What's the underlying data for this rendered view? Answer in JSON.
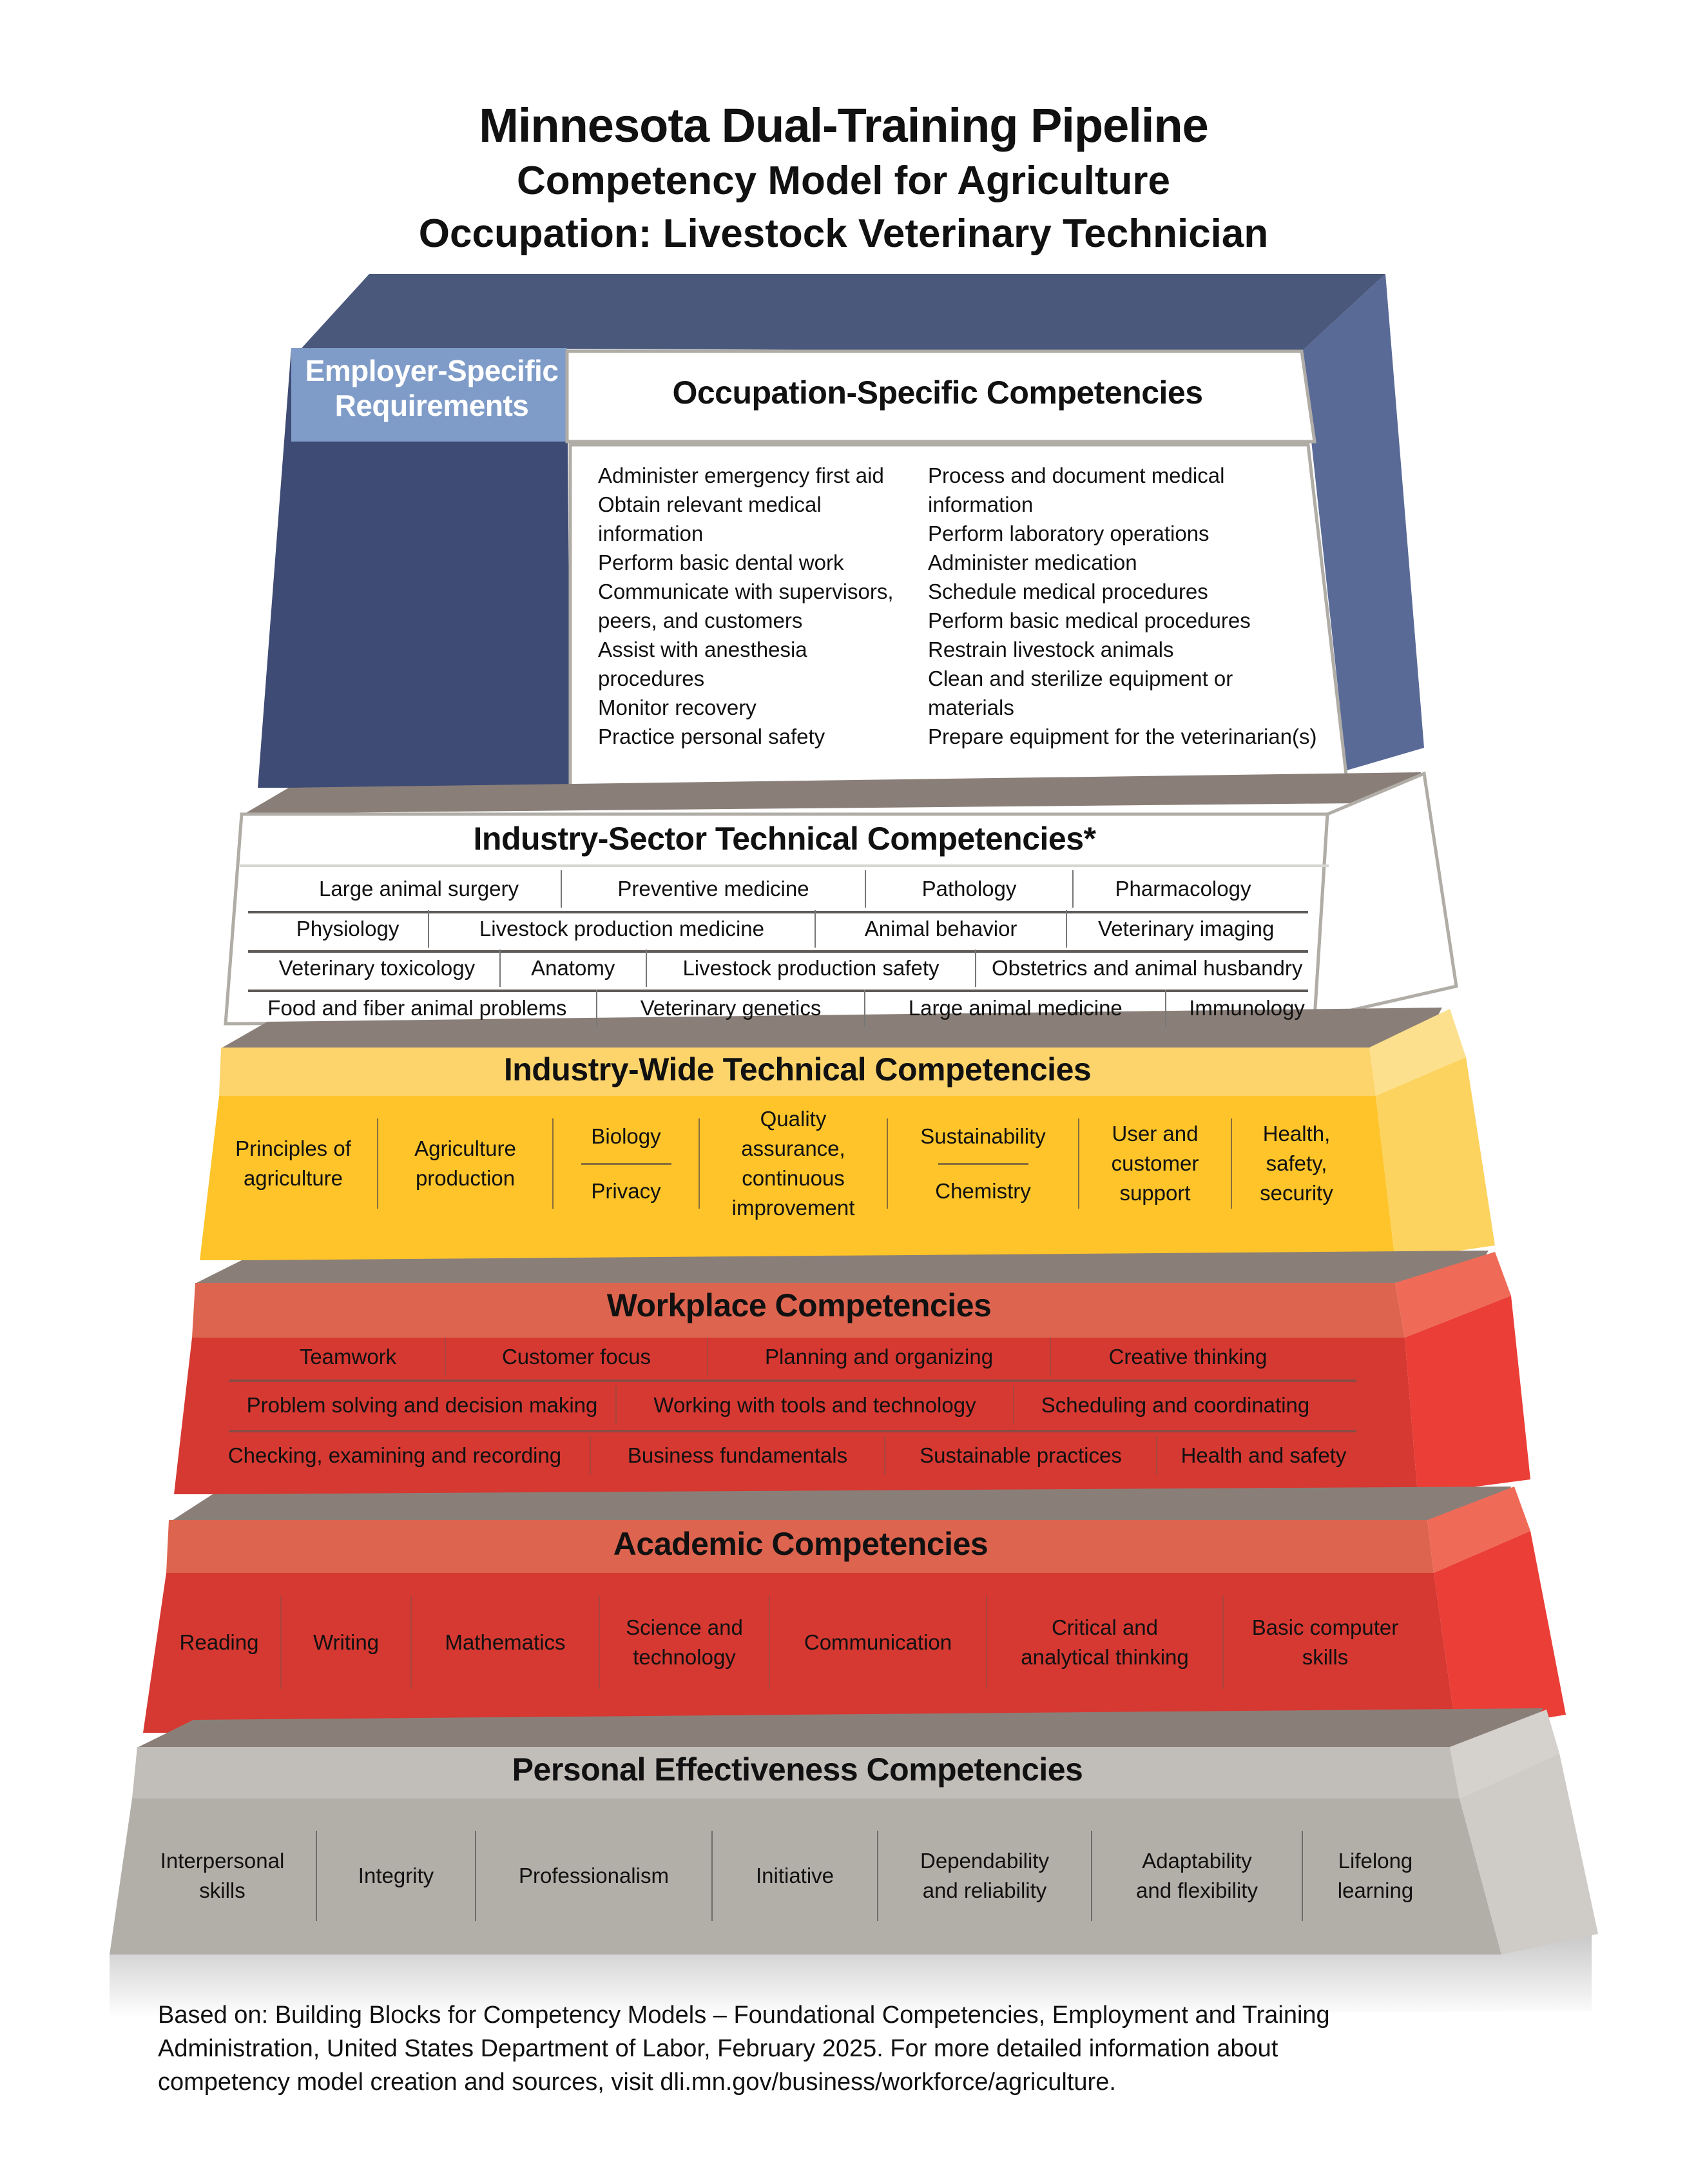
{
  "title": {
    "line1": "Minnesota Dual-Training Pipeline",
    "line2": "Competency Model for Agriculture",
    "line3": "Occupation:  Livestock Veterinary Technician"
  },
  "colors": {
    "navy_top": "#4a587b",
    "navy_side": "#596a97",
    "navy_front": "#3e4b74",
    "employer_box": "#7f9cc8",
    "ledge_gray": "#8a7f78",
    "white_tier": "#ffffff",
    "yellow_header": "#fdd46b",
    "yellow_body": "#fec42a",
    "yellow_side": "#fdd35f",
    "red_header": "#dd644f",
    "red_body": "#d63832",
    "red_side": "#ea3e37",
    "gray_header": "#c1bdb8",
    "gray_body": "#b2aea8",
    "gray_side": "#cfccc8"
  },
  "employer_specific": {
    "label_line1": "Employer-Specific",
    "label_line2": "Requirements"
  },
  "occupation_specific": {
    "title": "Occupation-Specific Competencies",
    "left_column": [
      "Administer emergency first aid",
      "Obtain relevant medical",
      "information",
      "Perform basic dental work",
      "Communicate with supervisors,",
      "peers, and customers",
      "Assist with anesthesia",
      "procedures",
      "Monitor recovery",
      "Practice personal safety"
    ],
    "right_column": [
      "Process and document medical",
      "information",
      "Perform laboratory operations",
      "Administer medication",
      "Schedule medical procedures",
      "Perform basic medical procedures",
      "Restrain livestock animals",
      "Clean and sterilize equipment or",
      "materials",
      "Prepare equipment for the veterinarian(s)"
    ]
  },
  "industry_sector": {
    "title": "Industry-Sector Technical Competencies*",
    "rows": [
      [
        "Large animal surgery",
        "Preventive medicine",
        "Pathology",
        "Pharmacology"
      ],
      [
        "Physiology",
        "Livestock production medicine",
        "Animal behavior",
        "Veterinary imaging"
      ],
      [
        "Veterinary toxicology",
        "Anatomy",
        "Livestock production safety",
        "Obstetrics and  animal husbandry"
      ],
      [
        "Food and fiber animal problems",
        "Veterinary genetics",
        "Large animal medicine",
        "Immunology"
      ]
    ]
  },
  "industry_wide": {
    "title": "Industry-Wide Technical Competencies",
    "items": [
      {
        "lines": [
          "Principles of",
          "agriculture"
        ]
      },
      {
        "lines": [
          "Agriculture",
          "production"
        ]
      },
      {
        "top": "Biology",
        "bottom": "Privacy"
      },
      {
        "lines": [
          "Quality",
          "assurance,",
          "continuous",
          "improvement"
        ]
      },
      {
        "top": "Sustainability",
        "bottom": "Chemistry"
      },
      {
        "lines": [
          "User and",
          "customer",
          "support"
        ]
      },
      {
        "lines": [
          "Health,",
          "safety,",
          "security"
        ]
      }
    ]
  },
  "workplace": {
    "title": "Workplace Competencies",
    "rows": [
      [
        "Teamwork",
        "Customer focus",
        "Planning and organizing",
        "Creative thinking"
      ],
      [
        "Problem solving and decision making",
        "Working with tools and technology",
        "Scheduling and coordinating"
      ],
      [
        "Checking, examining and recording",
        "Business fundamentals",
        "Sustainable practices",
        "Health and safety"
      ]
    ]
  },
  "academic": {
    "title": "Academic Competencies",
    "items": [
      {
        "lines": [
          "Reading"
        ]
      },
      {
        "lines": [
          "Writing"
        ]
      },
      {
        "lines": [
          "Mathematics"
        ]
      },
      {
        "lines": [
          "Science and",
          "technology"
        ]
      },
      {
        "lines": [
          "Communication"
        ]
      },
      {
        "lines": [
          "Critical and",
          "analytical thinking"
        ]
      },
      {
        "lines": [
          "Basic computer",
          "skills"
        ]
      }
    ]
  },
  "personal": {
    "title": "Personal Effectiveness Competencies",
    "items": [
      {
        "lines": [
          "Interpersonal",
          "skills"
        ]
      },
      {
        "lines": [
          "Integrity"
        ]
      },
      {
        "lines": [
          "Professionalism"
        ]
      },
      {
        "lines": [
          "Initiative"
        ]
      },
      {
        "lines": [
          "Dependability",
          "and reliability"
        ]
      },
      {
        "lines": [
          "Adaptability",
          "and flexibility"
        ]
      },
      {
        "lines": [
          "Lifelong",
          "learning"
        ]
      }
    ]
  },
  "footer": {
    "line1": "Based on:  Building Blocks for Competency Models – Foundational Competencies, Employment and Training",
    "line2": "Administration, United States Department of Labor, February 2025. For more detailed information about",
    "line3": "competency model creation and sources, visit dli.mn.gov/business/workforce/agriculture."
  }
}
